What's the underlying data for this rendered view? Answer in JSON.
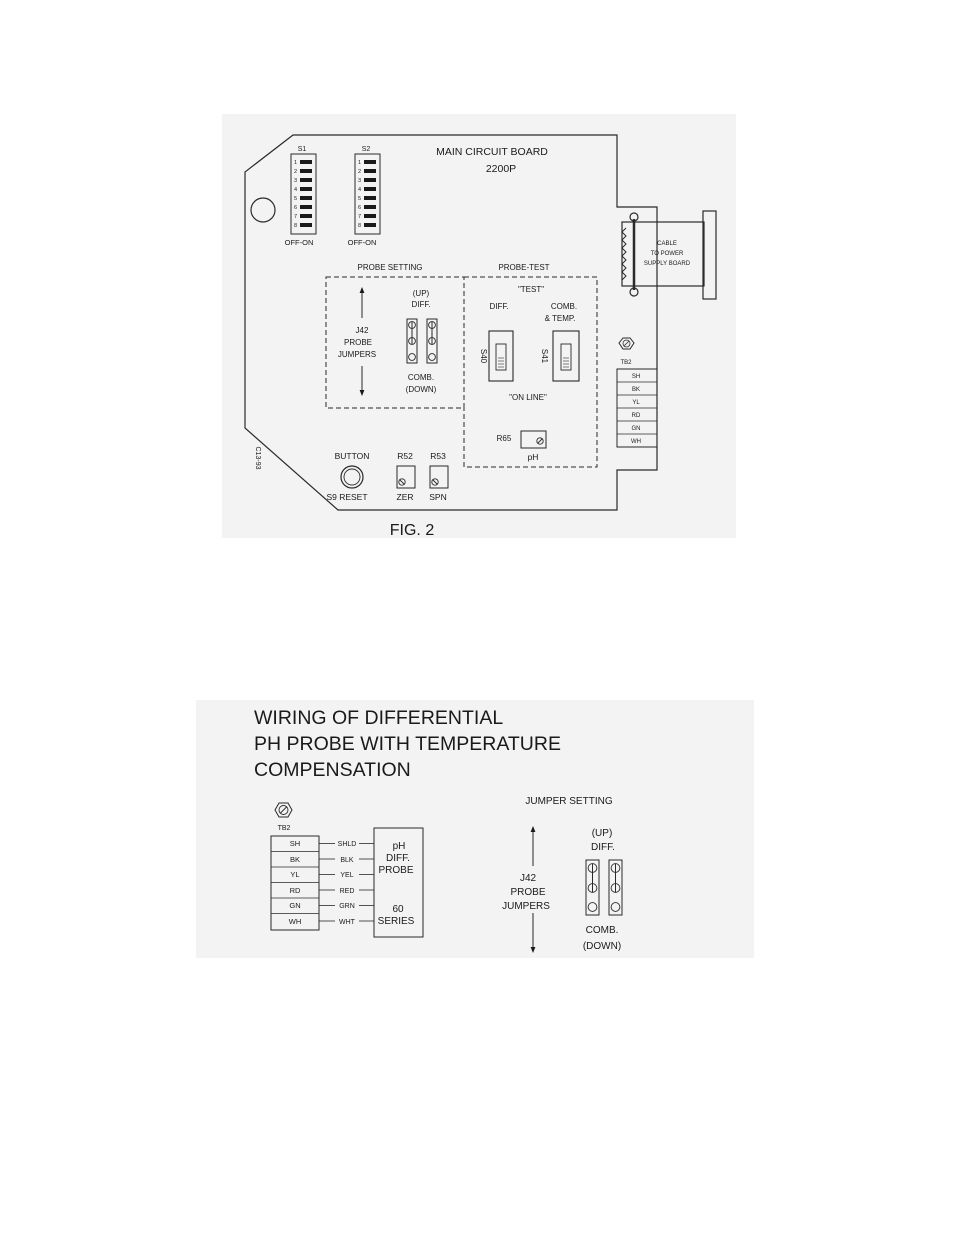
{
  "figure1": {
    "caption": "FIG. 2",
    "board_title": "MAIN CIRCUIT BOARD",
    "board_model": "2200P",
    "side_code": "C13-93",
    "switch_banks": [
      {
        "name": "S1",
        "label": "OFF-ON",
        "positions": [
          "1",
          "2",
          "3",
          "4",
          "5",
          "6",
          "7",
          "8"
        ]
      },
      {
        "name": "S2",
        "label": "OFF-ON",
        "positions": [
          "1",
          "2",
          "3",
          "4",
          "5",
          "6",
          "7",
          "8"
        ]
      }
    ],
    "cable": {
      "line1": "CABLE",
      "line2": "TO POWER",
      "line3": "SUPPLY BOARD"
    },
    "probe_setting": {
      "title": "PROBE SETTING",
      "up_line1": "(UP)",
      "up_line2": "DIFF.",
      "j42_line1": "J42",
      "j42_line2": "PROBE",
      "j42_line3": "JUMPERS",
      "down_line1": "COMB.",
      "down_line2": "(DOWN)"
    },
    "probe_test": {
      "title": "PROBE-TEST",
      "test_label": "\"TEST\"",
      "diff_label": "DIFF.",
      "comb_line1": "COMB.",
      "comb_line2": "& TEMP.",
      "s40": "S40",
      "s41": "S41",
      "online_label": "\"ON LINE\"",
      "r65": "R65",
      "ph": "pH"
    },
    "tb2": {
      "label": "TB2",
      "terminals": [
        "SH",
        "BK",
        "YL",
        "RD",
        "GN",
        "WH"
      ]
    },
    "reset": {
      "top": "BUTTON",
      "bottom": "S9 RESET"
    },
    "pots": [
      {
        "name": "R52",
        "label": "ZER"
      },
      {
        "name": "R53",
        "label": "SPN"
      }
    ]
  },
  "figure2": {
    "title_line1": "WIRING OF DIFFERENTIAL",
    "title_line2": "PH PROBE WITH TEMPERATURE",
    "title_line3": "COMPENSATION",
    "tb2_label": "TB2",
    "terminals": [
      "SH",
      "BK",
      "YL",
      "RD",
      "GN",
      "WH"
    ],
    "wires": [
      "SHLD",
      "BLK",
      "YEL",
      "RED",
      "GRN",
      "WHT"
    ],
    "probe": {
      "line1": "pH",
      "line2": "DIFF.",
      "line3": "PROBE",
      "line4": "60",
      "line5": "SERIES"
    },
    "jumper": {
      "title": "JUMPER SETTING",
      "up_line1": "(UP)",
      "up_line2": "DIFF.",
      "j42_line1": "J42",
      "j42_line2": "PROBE",
      "j42_line3": "JUMPERS",
      "down_line1": "COMB.",
      "down_line2": "(DOWN)"
    }
  }
}
